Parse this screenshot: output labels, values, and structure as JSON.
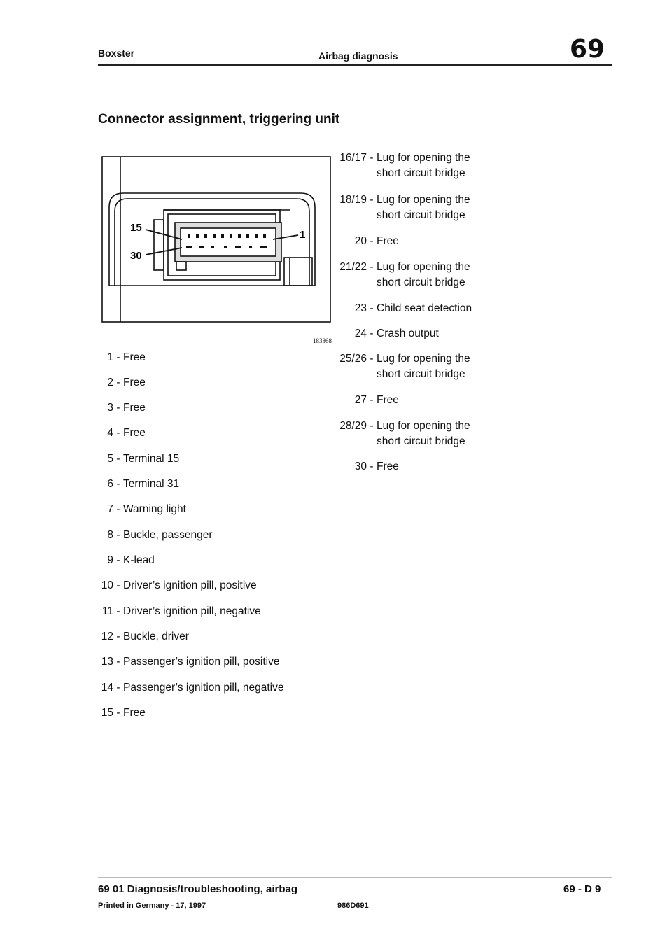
{
  "header": {
    "model": "Boxster",
    "section": "Airbag diagnosis",
    "chapter": "69"
  },
  "title": "Connector assignment, triggering unit",
  "figure": {
    "id": "183868",
    "label_15": "15",
    "label_30": "30",
    "label_1": "1"
  },
  "pins_left": [
    {
      "num": "1",
      "text": "Free"
    },
    {
      "num": "2",
      "text": "Free"
    },
    {
      "num": "3",
      "text": "Free"
    },
    {
      "num": "4",
      "text": "Free"
    },
    {
      "num": "5",
      "text": "Terminal 15"
    },
    {
      "num": "6",
      "text": "Terminal 31"
    },
    {
      "num": "7",
      "text": "Warning light"
    },
    {
      "num": "8",
      "text": "Buckle, passenger"
    },
    {
      "num": "9",
      "text": "K-lead"
    },
    {
      "num": "10",
      "text": "Driver’s ignition pill, positive"
    },
    {
      "num": "11",
      "text": "Driver’s ignition pill, negative"
    },
    {
      "num": "12",
      "text": "Buckle, driver"
    },
    {
      "num": "13",
      "text": "Passenger’s ignition pill, positive"
    },
    {
      "num": "14",
      "text": "Passenger’s ignition pill, negative"
    },
    {
      "num": "15",
      "text": "Free"
    }
  ],
  "pins_right": [
    {
      "num": "16/17",
      "text": "Lug for opening the",
      "text2": "short circuit bridge"
    },
    {
      "num": "18/19",
      "text": "Lug for opening the",
      "text2": "short circuit bridge"
    },
    {
      "num": "20",
      "text": "Free"
    },
    {
      "num": "21/22",
      "text": "Lug for opening the",
      "text2": "short circuit bridge"
    },
    {
      "num": "23",
      "text": "Child seat detection"
    },
    {
      "num": "24",
      "text": "Crash output"
    },
    {
      "num": "25/26",
      "text": "Lug for opening the",
      "text2": "short circuit bridge"
    },
    {
      "num": "27",
      "text": "Free"
    },
    {
      "num": "28/29",
      "text": "Lug for opening the",
      "text2": "short circuit bridge"
    },
    {
      "num": "30",
      "text": "Free"
    }
  ],
  "footer": {
    "section": "69 01  Diagnosis/troubleshooting, airbag",
    "page": "69 - D 9",
    "printed": "Printed in Germany - 17, 1997",
    "doc_code": "986D691"
  }
}
